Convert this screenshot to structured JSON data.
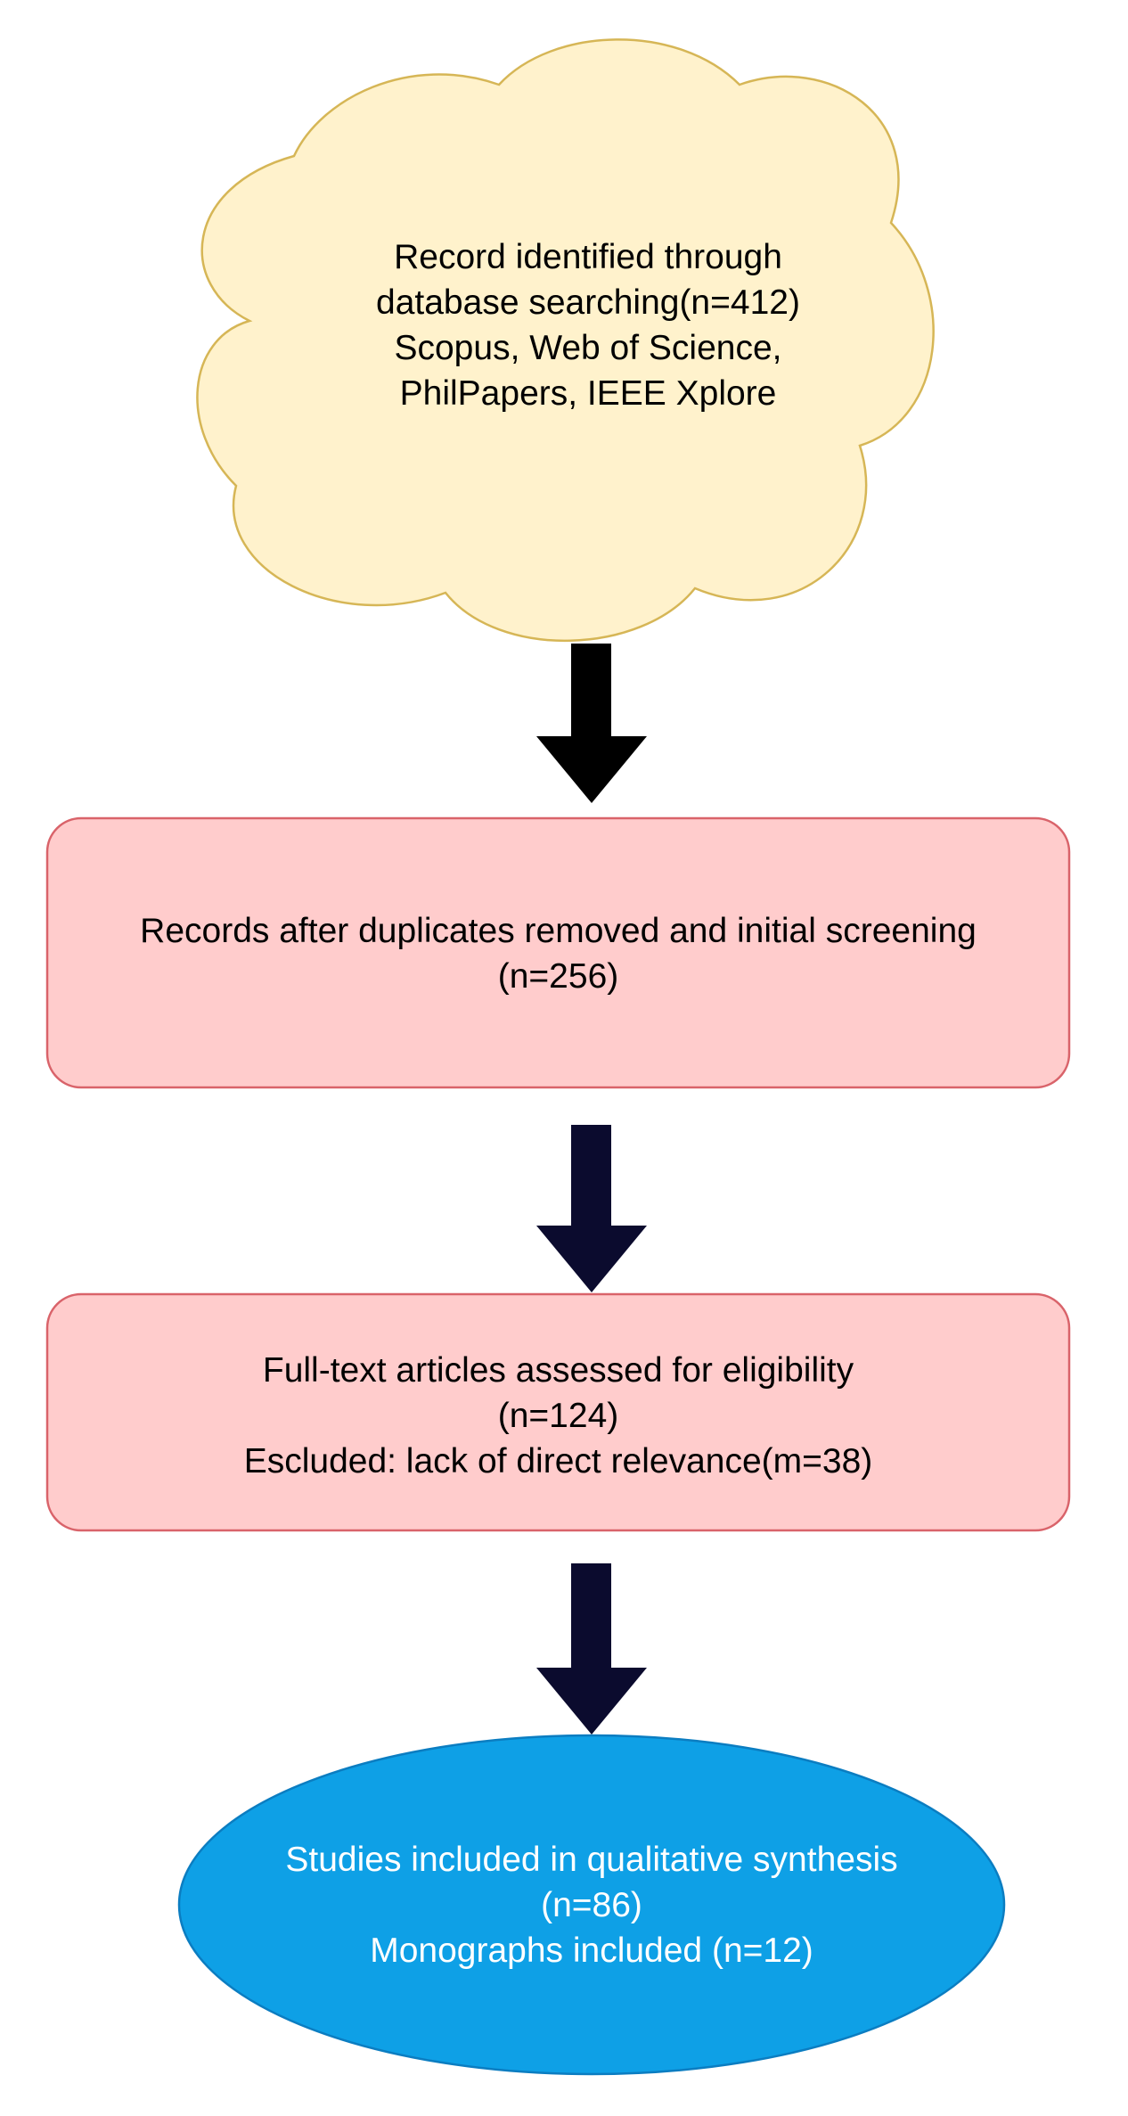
{
  "colors": {
    "cloud_fill": "#fff2cc",
    "cloud_stroke": "#d6b656",
    "box_fill": "#ffcccc",
    "box_stroke": "#d9636a",
    "ellipse_fill": "#0ea0e6",
    "ellipse_stroke": "#0b7dc1",
    "arrow_first": "#000000",
    "arrow_rest": "#0b0b2e",
    "white_text": "#ffffff"
  },
  "nodes": {
    "identification": {
      "shape": "cloud",
      "lines": [
        "Record identified through",
        "database searching(n=412)",
        "Scopus, Web of Science,",
        "PhilPapers, IEEE Xplore"
      ]
    },
    "screening": {
      "shape": "rounded-rectangle",
      "lines": [
        "Records after duplicates removed and initial screening",
        "(n=256)"
      ]
    },
    "eligibility": {
      "shape": "rounded-rectangle",
      "lines": [
        "Full-text articles assessed for eligibility",
        "(n=124)",
        "Escluded: lack of direct relevance(m=38)"
      ]
    },
    "included": {
      "shape": "ellipse",
      "lines": [
        "Studies included in qualitative synthesis",
        "(n=86)",
        "Monographs included (n=12)"
      ]
    }
  },
  "edges": [
    {
      "from": "identification",
      "to": "screening"
    },
    {
      "from": "screening",
      "to": "eligibility"
    },
    {
      "from": "eligibility",
      "to": "included"
    }
  ]
}
